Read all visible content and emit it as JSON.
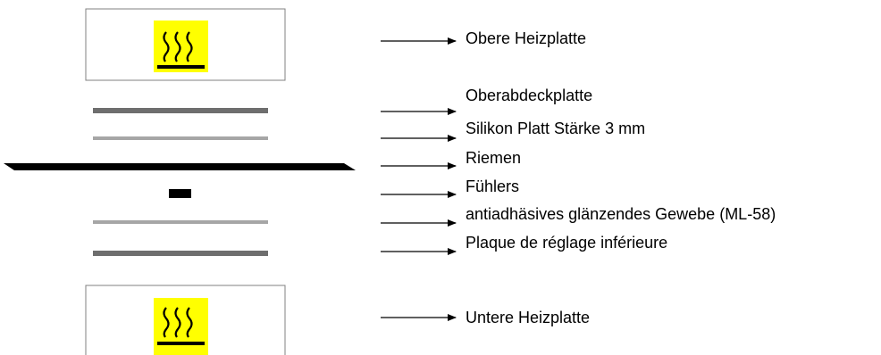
{
  "colors": {
    "heat_symbol_bg": "#ffff00",
    "dark_plate": "#6e6e6e",
    "light_plate": "#a6a6a6",
    "belt": "#000000",
    "sensor": "#000000",
    "box_border": "#808080",
    "arrow": "#000000"
  },
  "icons": {
    "heating_symbol": "heat-warning-icon"
  },
  "labels": {
    "upper_heating_plate": "Obere Heizplatte",
    "upper_cover_plate": "Oberabdeckplatte",
    "silicone_plate": "Silikon Platt Stärke 3 mm",
    "belt": "Riemen",
    "sensor": "Fühlers",
    "non_stick_fabric": "antiadhäsives glänzendes Gewebe (ML-58)",
    "lower_adjust_plate": "Plaque de réglage inférieure",
    "lower_heating_plate": "Untere Heizplatte"
  }
}
